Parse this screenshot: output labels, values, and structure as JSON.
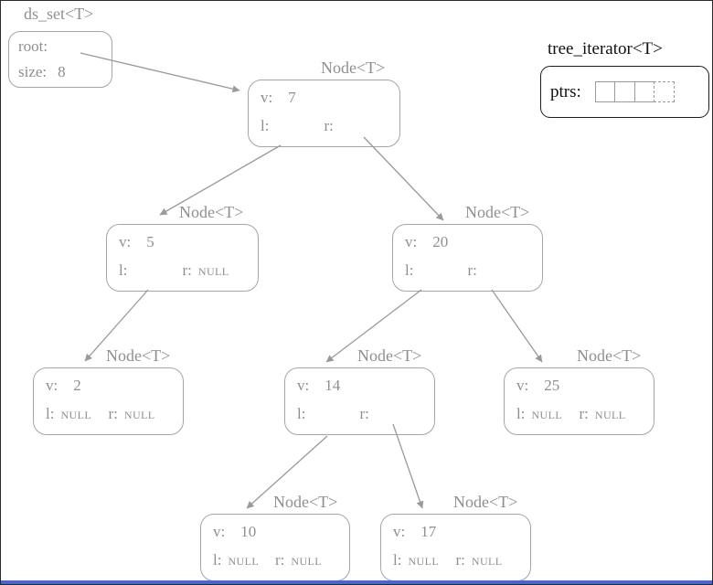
{
  "colors": {
    "diagram_gray": "#8f8f8f",
    "iterator_black": "#111111",
    "border_black": "#2b2b2b",
    "bottom_bar_blue": "#4565d9",
    "background": "#ffffff"
  },
  "ds_set": {
    "title": "ds_set<T>",
    "root_label": "root:",
    "size_label": "size:",
    "size_value": "8"
  },
  "iterator": {
    "title": "tree_iterator<T>",
    "ptrs_label": "ptrs:",
    "cell_count": 4,
    "last_cell_style": "dashed"
  },
  "nodes": [
    {
      "name": "node-7",
      "title": "Node<T>",
      "v_label": "v:",
      "v": "7",
      "l_label": "l:",
      "l_value": "",
      "r_label": "r:",
      "r_value": ""
    },
    {
      "name": "node-5",
      "title": "Node<T>",
      "v_label": "v:",
      "v": "5",
      "l_label": "l:",
      "l_value": "",
      "r_label": "r:",
      "r_value": "NULL"
    },
    {
      "name": "node-20",
      "title": "Node<T>",
      "v_label": "v:",
      "v": "20",
      "l_label": "l:",
      "l_value": "",
      "r_label": "r:",
      "r_value": ""
    },
    {
      "name": "node-2",
      "title": "Node<T>",
      "v_label": "v:",
      "v": "2",
      "l_label": "l:",
      "l_value": "NULL",
      "r_label": "r:",
      "r_value": "NULL"
    },
    {
      "name": "node-14",
      "title": "Node<T>",
      "v_label": "v:",
      "v": "14",
      "l_label": "l:",
      "l_value": "",
      "r_label": "r:",
      "r_value": ""
    },
    {
      "name": "node-25",
      "title": "Node<T>",
      "v_label": "v:",
      "v": "25",
      "l_label": "l:",
      "l_value": "NULL",
      "r_label": "r:",
      "r_value": "NULL"
    },
    {
      "name": "node-10",
      "title": "Node<T>",
      "v_label": "v:",
      "v": "10",
      "l_label": "l:",
      "l_value": "NULL",
      "r_label": "r:",
      "r_value": "NULL"
    },
    {
      "name": "node-17",
      "title": "Node<T>",
      "v_label": "v:",
      "v": "17",
      "l_label": "l:",
      "l_value": "NULL",
      "r_label": "r:",
      "r_value": "NULL"
    }
  ],
  "edges": [
    {
      "from": "ds_set.root",
      "to": "node-7"
    },
    {
      "from": "node-7.l",
      "to": "node-5"
    },
    {
      "from": "node-7.r",
      "to": "node-20"
    },
    {
      "from": "node-5.l",
      "to": "node-2"
    },
    {
      "from": "node-20.l",
      "to": "node-14"
    },
    {
      "from": "node-20.r",
      "to": "node-25"
    },
    {
      "from": "node-14.l",
      "to": "node-10"
    },
    {
      "from": "node-14.r",
      "to": "node-17"
    }
  ]
}
